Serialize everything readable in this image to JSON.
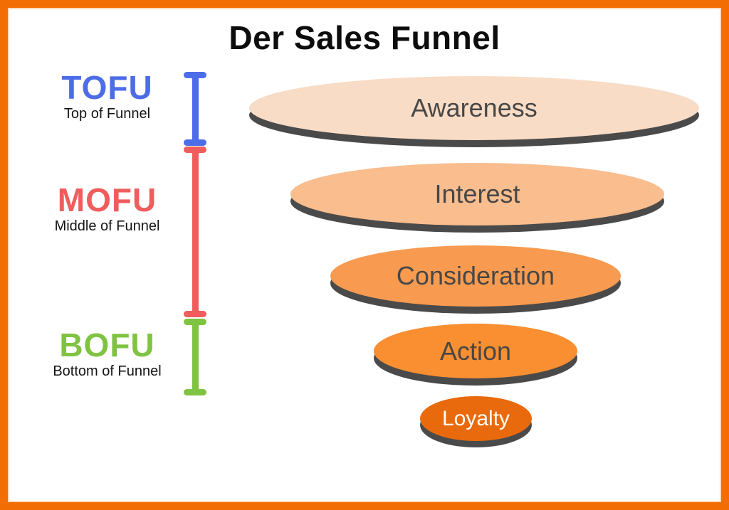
{
  "title": "Der Sales Funnel",
  "frame": {
    "border_color": "#f36d05",
    "background": "#ffffff"
  },
  "shadow_color": "#4a4a4a",
  "side_labels": [
    {
      "id": "tofu",
      "abbr": "TOFU",
      "full": "Top of Funnel",
      "color": "#4c6ce8"
    },
    {
      "id": "mofu",
      "abbr": "MOFU",
      "full": "Middle of Funnel",
      "color": "#f05d5d"
    },
    {
      "id": "bofu",
      "abbr": "BOFU",
      "full": "Bottom of Funnel",
      "color": "#80c342"
    }
  ],
  "stages": [
    {
      "label": "Awareness",
      "fill": "#f8dcc6",
      "text_color": "#474747"
    },
    {
      "label": "Interest",
      "fill": "#f9bd8e",
      "text_color": "#474747"
    },
    {
      "label": "Consideration",
      "fill": "#f89b50",
      "text_color": "#474747"
    },
    {
      "label": "Action",
      "fill": "#f98f31",
      "text_color": "#474747"
    },
    {
      "label": "Loyalty",
      "fill": "#e96a0c",
      "text_color": "#ffffff"
    }
  ]
}
